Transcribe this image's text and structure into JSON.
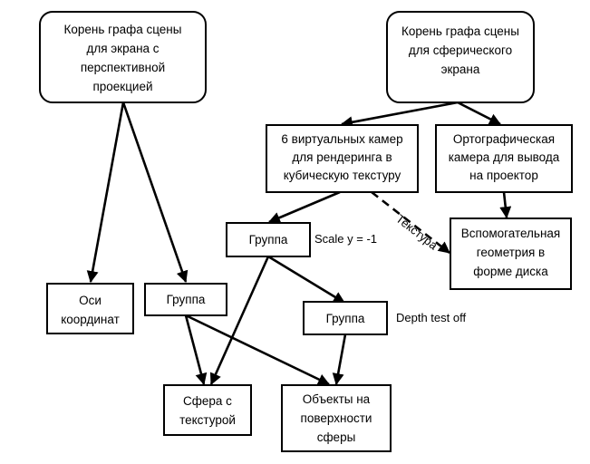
{
  "diagram": {
    "nodes": {
      "root_screen": [
        "Корень графа сцены",
        "для экрана с",
        "перспективной",
        "проекцией"
      ],
      "root_sphere": [
        "Корень графа сцены",
        "для сферического",
        "экрана"
      ],
      "cameras": [
        "6 виртуальных камер",
        "для рендеринга в",
        "кубическую текстуру"
      ],
      "ortho_camera": [
        "Ортографическая",
        "камера для вывода",
        "на проектор"
      ],
      "disk_geometry": [
        "Вспомогательная",
        "геометрия в",
        "форме диска"
      ],
      "group_scale": [
        "Группа"
      ],
      "axes": [
        "Оси",
        "координат"
      ],
      "group_left": [
        "Группа"
      ],
      "group_depth": [
        "Группа"
      ],
      "textured_sphere": [
        "Сфера с",
        "текстурой"
      ],
      "surface_objects": [
        "Объекты на",
        "поверхности",
        "сферы"
      ]
    },
    "labels": {
      "scale": "Scale y = -1",
      "depth": "Depth test off",
      "texture": "Текстура"
    }
  }
}
